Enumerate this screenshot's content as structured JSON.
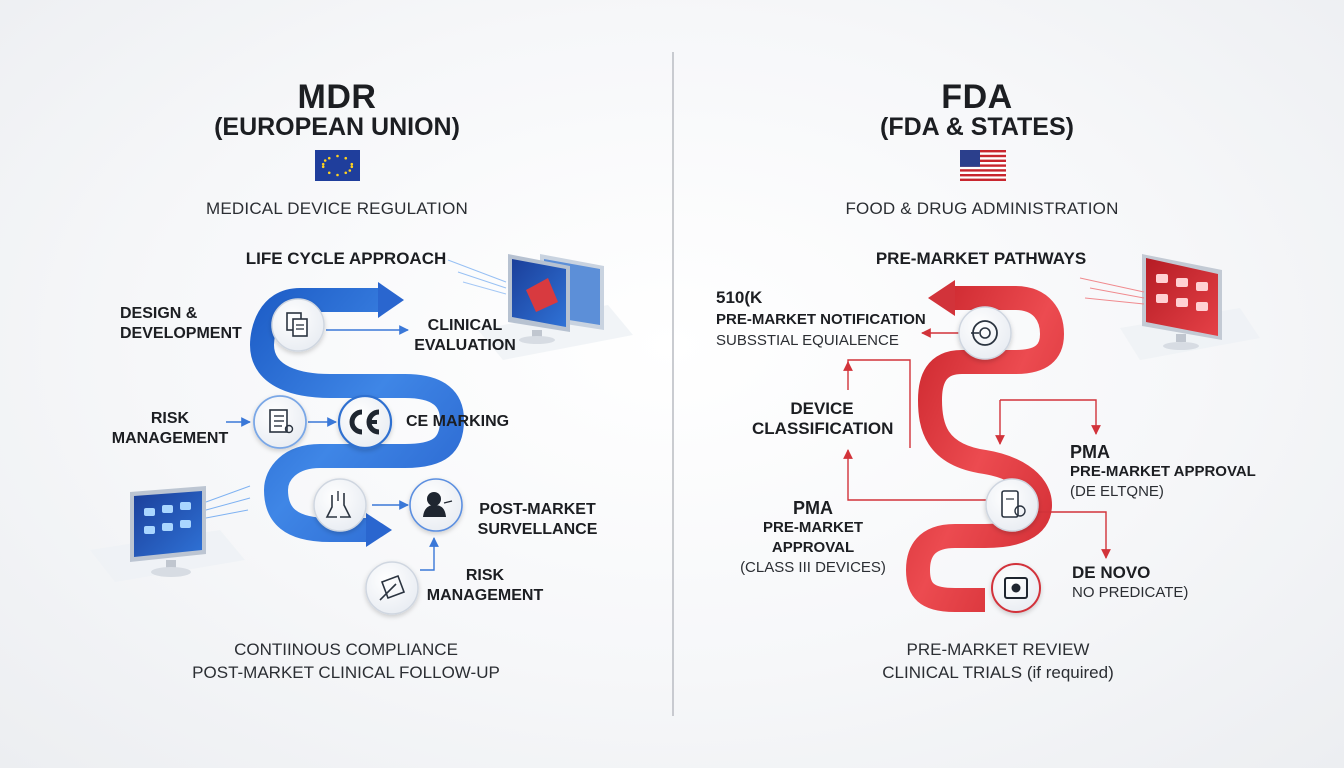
{
  "left": {
    "title": "MDR",
    "subtitle": "(EUROPEAN UNION)",
    "full_name": "MEDICAL DEVICE REGULATION",
    "section": "LIFE CYCLE APPROACH",
    "steps": {
      "design": [
        "DESIGN &",
        "DEVELOPMENT"
      ],
      "clinical": [
        "CLINICAL",
        "EVALUATION"
      ],
      "risk1": [
        "RISK",
        "MANAGEMENT"
      ],
      "ce": "CE MARKING",
      "post": [
        "POST-MARKET",
        "SURVELLANCE"
      ],
      "risk2": [
        "RISK",
        "MANAGEMENT"
      ]
    },
    "footer": [
      "CONTIINOUS COMPLIANCE",
      "POST-MARKET CLINICAL FOLLOW-UP"
    ],
    "colors": {
      "flow": "#2f6fd0",
      "flow_light": "#5b9cf0"
    }
  },
  "right": {
    "title": "FDA",
    "subtitle": "(FDA & STATES)",
    "full_name": "FOOD & DRUG ADMINISTRATION",
    "section": "PRE-MARKET PATHWAYS",
    "k510": {
      "code": "510(K",
      "title": "PRE-MARKET NOTIFICATION",
      "desc": "SUBSSTIAL EQUIALENCE"
    },
    "device": [
      "DEVICE",
      "CLASSIFICATION"
    ],
    "pma_right": {
      "code": "PMA",
      "title": "PRE-MARKET APPROVAL",
      "desc": "(DE ELTQNE)"
    },
    "pma_left": {
      "code": "PMA",
      "title": [
        "PRE-MARKET",
        "APPROVAL"
      ],
      "desc": "(CLASS III DEVICES)"
    },
    "denovo": {
      "code": "DE NOVO",
      "desc": "NO PREDICATE)"
    },
    "footer": [
      "PRE-MARKET REVIEW",
      "CLINICAL TRIALS (if required)"
    ],
    "colors": {
      "flow": "#d62f35",
      "flow_light": "#ee5a5e"
    }
  },
  "icons": [
    "document-stack-icon",
    "checklist-icon",
    "ce-mark-icon",
    "lab-flask-icon",
    "doctor-icon",
    "pen-signature-icon",
    "target-icon",
    "tablet-icon",
    "safe-icon",
    "monitor-icon",
    "eu-flag-icon",
    "us-flag-icon"
  ]
}
